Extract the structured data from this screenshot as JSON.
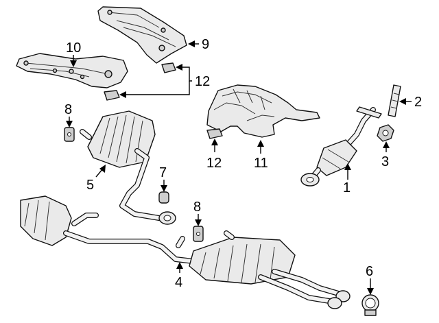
{
  "callouts": [
    {
      "id": "c1",
      "text": "1"
    },
    {
      "id": "c2",
      "text": "2"
    },
    {
      "id": "c3",
      "text": "3"
    },
    {
      "id": "c4",
      "text": "4"
    },
    {
      "id": "c5",
      "text": "5"
    },
    {
      "id": "c6",
      "text": "6"
    },
    {
      "id": "c7",
      "text": "7"
    },
    {
      "id": "c8a",
      "text": "8"
    },
    {
      "id": "c8b",
      "text": "8"
    },
    {
      "id": "c9",
      "text": "9"
    },
    {
      "id": "c10",
      "text": "10"
    },
    {
      "id": "c11",
      "text": "11"
    },
    {
      "id": "c12a",
      "text": "12"
    },
    {
      "id": "c12b",
      "text": "12"
    }
  ]
}
